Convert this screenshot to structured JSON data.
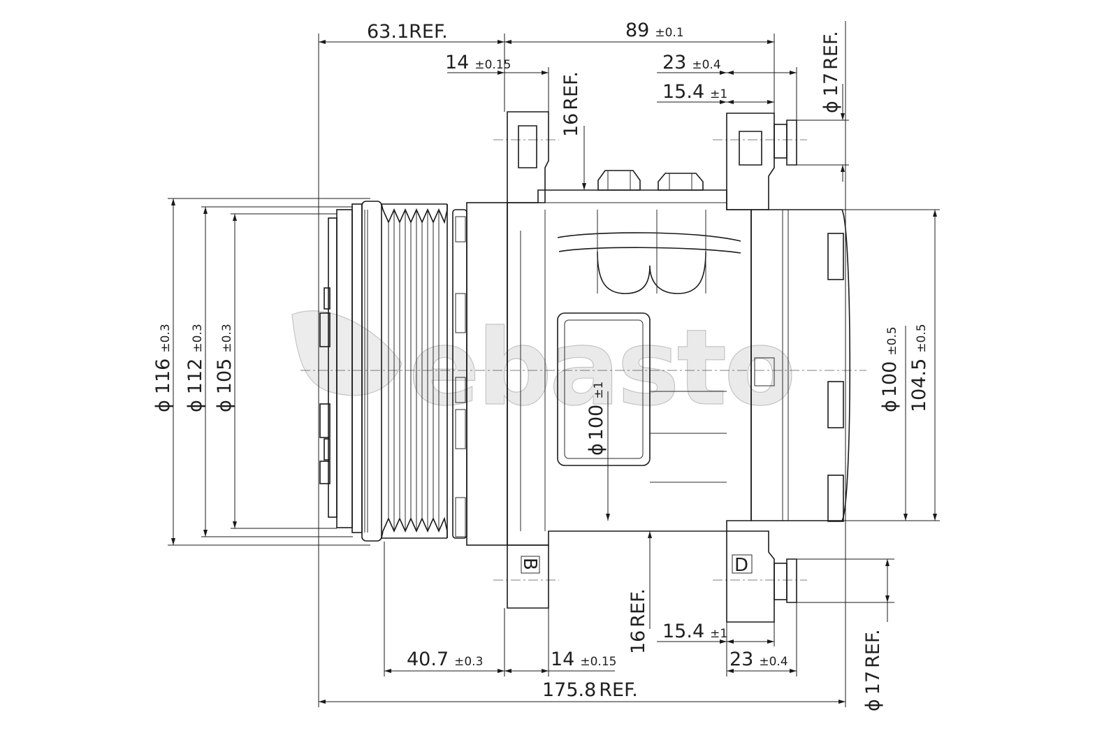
{
  "watermark": {
    "text": "ebasto"
  },
  "markings": {
    "port_left": "B",
    "port_right": "D"
  },
  "dimensions": {
    "top": {
      "ref_63_1": {
        "value": "63.1",
        "suffix": "REF."
      },
      "d89": {
        "value": "89",
        "tol": "±0.1"
      },
      "d14": {
        "value": "14",
        "tol": "±0.15"
      },
      "d16_ref": {
        "value": "16",
        "suffix": "REF."
      },
      "d23": {
        "value": "23",
        "tol": "±0.4"
      },
      "d15_4": {
        "value": "15.4",
        "tol": "±1"
      },
      "phi17_ref": {
        "prefix": "ϕ",
        "value": "17",
        "suffix": "REF."
      }
    },
    "left": {
      "phi116": {
        "prefix": "ϕ",
        "value": "116",
        "tol": "±0.3"
      },
      "phi112": {
        "prefix": "ϕ",
        "value": "112",
        "tol": "±0.3"
      },
      "phi105": {
        "prefix": "ϕ",
        "value": "105",
        "tol": "±0.3"
      }
    },
    "center": {
      "phi100": {
        "prefix": "ϕ",
        "value": "100",
        "tol": "±1"
      }
    },
    "right": {
      "phi100": {
        "prefix": "ϕ",
        "value": "100",
        "tol": "±0.5"
      },
      "d104_5": {
        "value": "104.5",
        "tol": "±0.5"
      }
    },
    "bottom": {
      "d40_7": {
        "value": "40.7",
        "tol": "±0.3"
      },
      "d14": {
        "value": "14",
        "tol": "±0.15"
      },
      "d16_ref": {
        "value": "16",
        "suffix": "REF."
      },
      "d15_4": {
        "value": "15.4",
        "tol": "±1"
      },
      "d23": {
        "value": "23",
        "tol": "±0.4"
      },
      "ref_175_8": {
        "value": "175.8",
        "suffix": "REF."
      },
      "phi17_ref": {
        "prefix": "ϕ",
        "value": "17",
        "suffix": "REF."
      }
    }
  }
}
